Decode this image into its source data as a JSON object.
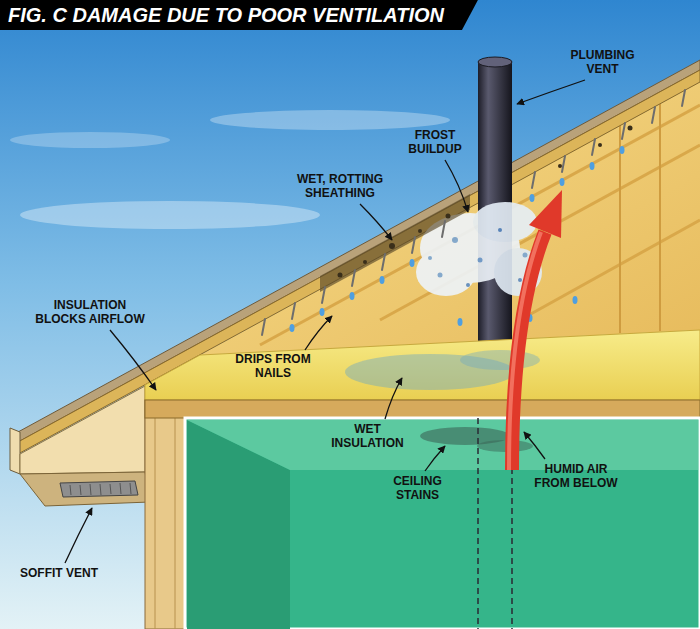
{
  "diagram": {
    "title": "FIG. C DAMAGE DUE TO POOR VENTILATION",
    "labels": [
      "PLUMBING VENT",
      "FROST BUILDUP",
      "WET, ROTTING SHEATHING",
      "INSULATION BLOCKS AIRFLOW",
      "DRIPS FROM NAILS",
      "WET INSULATION",
      "CEILING STAINS",
      "HUMID AIR FROM BELOW",
      "SOFFIT VENT"
    ]
  }
}
